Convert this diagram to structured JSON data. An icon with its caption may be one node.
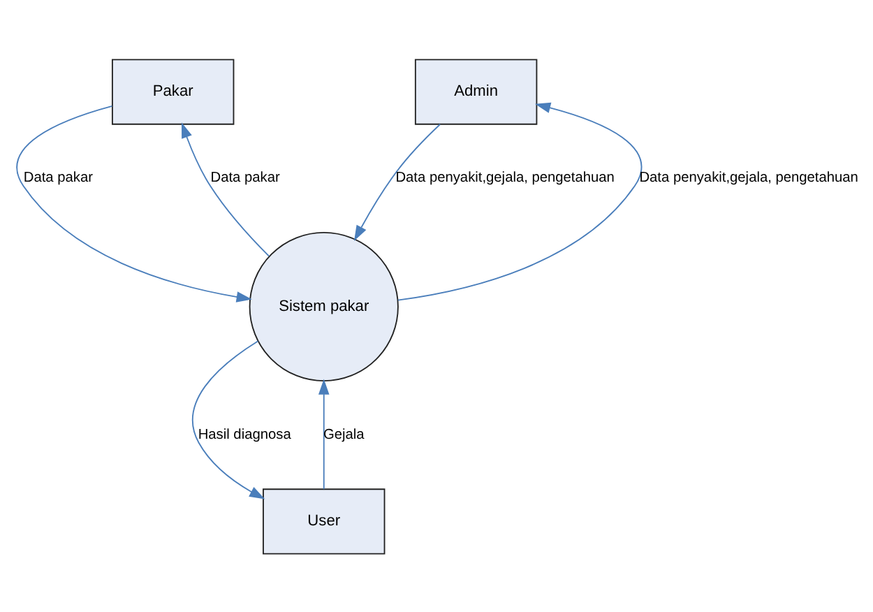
{
  "diagram": {
    "nodes": [
      {
        "text": [
          "Pakar"
        ]
      },
      {
        "text": [
          "Admin"
        ]
      },
      {
        "text": [
          "Sistem pakar"
        ]
      },
      {
        "text": [
          "User"
        ]
      }
    ],
    "edges": [
      {
        "from": 0,
        "to": 2,
        "arrow": "to",
        "label": "Data pakar"
      },
      {
        "from": 1,
        "to": 2,
        "arrow": "to",
        "label": "Data penyakit,gejala, pengetahuan"
      },
      {
        "from": 2,
        "to": 0,
        "arrow": "to",
        "label": "Data pakar"
      },
      {
        "from": 2,
        "to": 1,
        "arrow": "to",
        "label": "Data penyakit,gejala, pengetahuan"
      },
      {
        "from": 2,
        "to": 3,
        "arrow": "to",
        "label": "Hasil diagnosa"
      },
      {
        "from": 3,
        "to": 2,
        "arrow": "to",
        "label": "Gejala"
      }
    ]
  }
}
